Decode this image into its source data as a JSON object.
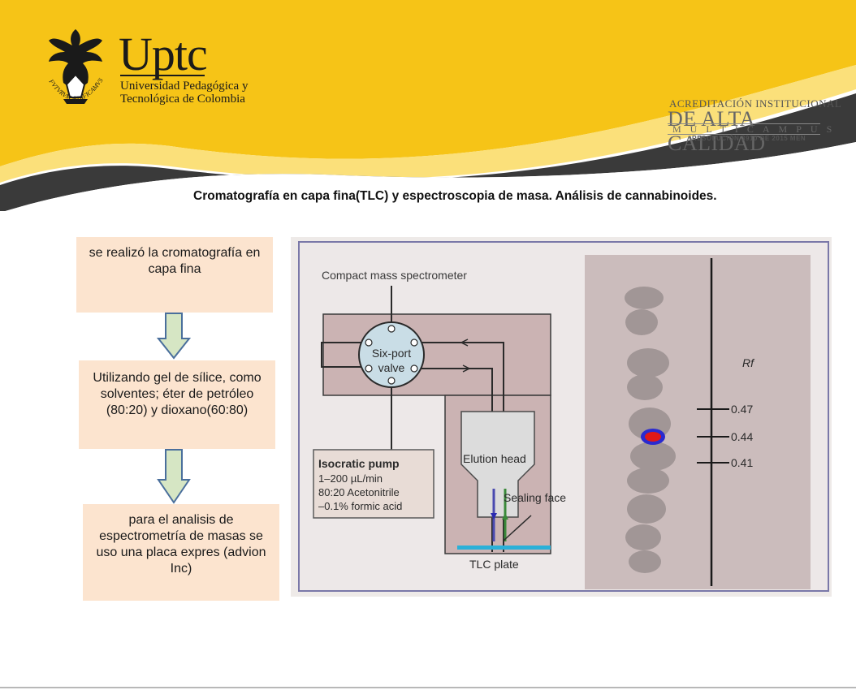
{
  "header": {
    "brand": "Uptc",
    "university_line1": "Universidad Pedagógica y",
    "university_line2": "Tecnológica de Colombia",
    "seal_motto": "FVTVRVM ÆDIFICAMVS",
    "accreditation": {
      "line1": "ACREDITACIÓN INSTITUCIONAL",
      "line2": "DE ALTA CALIDAD",
      "line3": "MULTICAMPUS",
      "line4": "RESOLUCIÓN 3910 DE 2015 MEN"
    },
    "colors": {
      "yellow": "#f6c417",
      "light_yellow": "#fbe07a",
      "dark_band": "#3a3a3a"
    }
  },
  "title": "Cromatografía en capa fina(TLC) y espectroscopia de masa. Análisis de cannabinoides.",
  "steps": [
    {
      "text": "se realizó la cromatografía en capa fina"
    },
    {
      "text": "Utilizando gel de sílice, como solventes; éter de petróleo (80:20) y dioxano(60:80)"
    },
    {
      "text": "para el analisis de espectrometría de masas se uso una placa expres (advion Inc)"
    }
  ],
  "flow_colors": {
    "box": "#fce4cf",
    "arrow_fill": "#d6e6c4",
    "arrow_stroke": "#4a6f9c"
  },
  "figure": {
    "spectrometer": "Compact mass spectrometer",
    "valve_line1": "Six-port",
    "valve_line2": "valve",
    "pump_title": "Isocratic pump",
    "pump_line1": "1–200 µL/min",
    "pump_line2": "80:20 Acetonitrile",
    "pump_line3": "–0.1% formic acid",
    "elution_head": "Elution head",
    "sealing_face": "Sealing face",
    "tlc_plate": "TLC plate",
    "rf_label": "Rf",
    "rf_values": [
      "0.47",
      "0.44",
      "0.41"
    ]
  }
}
